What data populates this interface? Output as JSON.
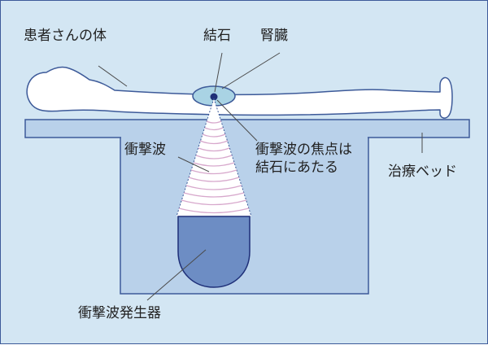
{
  "colors": {
    "background": "#d3e6f3",
    "frame_border": "#3d5a99",
    "outline": "#3d5a99",
    "bed": "#b9d1ea",
    "body": "#ffffff",
    "kidney": "#a9d3e4",
    "stone": "#1e2f78",
    "generator": "#6d8dc4",
    "wave": "#d7a8cc",
    "leader": "#4a4a4a"
  },
  "labels": {
    "patient_body": "患者さんの体",
    "stone": "結石",
    "kidney": "腎臓",
    "shock_wave": "衝撃波",
    "focus_line1": "衝撃波の焦点は",
    "focus_line2": "結石にあたる",
    "treatment_bed": "治療ベッド",
    "generator": "衝撃波発生器"
  },
  "icons": {
    "patient": "reclining-human-silhouette",
    "kidney": "kidney-ellipse",
    "stone": "stone-dot",
    "waves": "shock-wave-arcs",
    "generator": "shock-wave-generator"
  }
}
